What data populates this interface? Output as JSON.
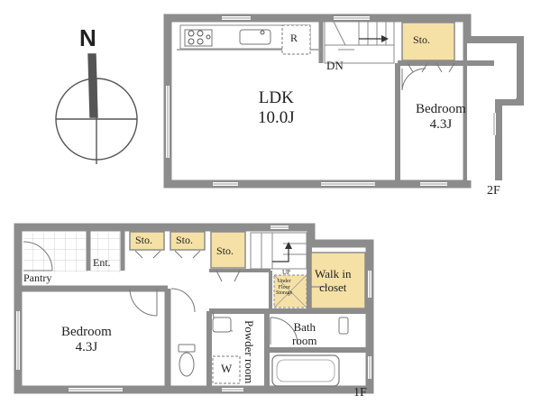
{
  "compass": {
    "north": "N"
  },
  "floor2": {
    "level": "2F",
    "ldk": {
      "name": "LDK",
      "size": "10.0J"
    },
    "refrigerator": "R",
    "stairs": "DN",
    "storage": "Sto.",
    "bedroom": {
      "name": "Bedroom",
      "size": "4.3J"
    }
  },
  "floor1": {
    "level": "1F",
    "pantry": "Pantry",
    "entrance": "Ent.",
    "storage_1": "Sto.",
    "storage_2": "Sto.",
    "storage_3": "Sto.",
    "stairs_up": "UP",
    "underfloor_storage": [
      "Under",
      "Floor",
      "Storage"
    ],
    "walk_in_closet": [
      "Walk in",
      "closet"
    ],
    "bedroom": {
      "name": "Bedroom",
      "size": "4.3J"
    },
    "powder_room": "Powder room",
    "washer": "W",
    "bathroom": [
      "Bath",
      "room"
    ]
  },
  "colors": {
    "wall": "#8c8c8c",
    "storage_fill": "#f5e1a6",
    "tile_line": "#bdbdbd"
  }
}
